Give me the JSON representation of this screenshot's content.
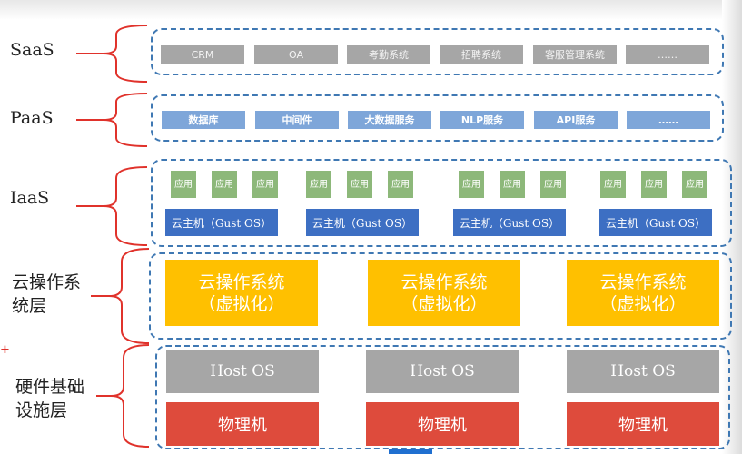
{
  "colors": {
    "brace": "#e0322b",
    "dashed_border": "#3f78b3",
    "saas_chip": "#a6a6a6",
    "paas_chip": "#7ea6d9",
    "app_chip": "#8db87a",
    "vm_chip": "#3d6fc3",
    "cloud_os": "#ffc000",
    "host_os": "#a6a6a6",
    "physical": "#de4b3c"
  },
  "layers": {
    "saas": {
      "label": "SaaS",
      "items": [
        "CRM",
        "OA",
        "考勤系统",
        "招聘系统",
        "客服管理系统",
        "……"
      ]
    },
    "paas": {
      "label": "PaaS",
      "items": [
        "数据库",
        "中间件",
        "大数据服务",
        "NLP服务",
        "API服务",
        "……"
      ]
    },
    "iaas": {
      "label": "IaaS",
      "app_label_line1": "应",
      "app_label_line2": "用",
      "vm_label": "云主机（Gust OS）"
    },
    "cloud_os": {
      "label_line1": "云操作系",
      "label_line2": "统层",
      "box_line1": "云操作系统",
      "box_line2": "（虚拟化）"
    },
    "hardware": {
      "label_line1": "硬件基础",
      "label_line2": "设施层",
      "host_os": "Host  OS",
      "physical": "物理机"
    }
  }
}
